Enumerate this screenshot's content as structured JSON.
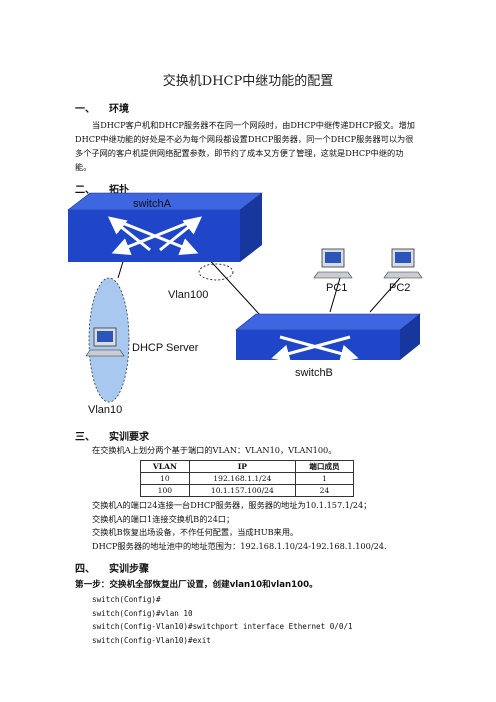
{
  "title": "交换机DHCP中继功能的配置",
  "section1": {
    "num": "一、",
    "heading": "环境"
  },
  "intro_lines": [
    "当DHCP客户机和DHCP服务器不在同一个网段时，由DHCP中继传递DHCP报文。增加",
    "DHCP中继功能的好处是不必为每个网段都设置DHCP服务器，同一个DHCP服务器可以为很",
    "多个子网的客户机提供网络配置参数，即节约了成本又方便了管理，这就是DHCP中继的功",
    "能。"
  ],
  "section2": {
    "num": "二、",
    "heading": "拓扑"
  },
  "topology": {
    "switchA": "switchA",
    "switchB": "switchB",
    "vlan100": "Vlan100",
    "vlan10": "Vlan10",
    "dhcp_server": "DHCP Server",
    "pc1": "PC1",
    "pc2": "PC2",
    "colors": {
      "switch": "#1f45c8",
      "switch_top": "#3d66e0",
      "vlan10_fill": "#a9c8ef"
    }
  },
  "section3": {
    "num": "三、",
    "heading": "实训要求"
  },
  "req_intro": "在交换机A上划分两个基于端口的VLAN：VLAN10，VLAN100。",
  "table": {
    "headers": [
      "VLAN",
      "IP",
      "端口成员"
    ],
    "rows": [
      [
        "10",
        "192.168.1.1/24",
        "1"
      ],
      [
        "100",
        "10.1.157.100/24",
        "24"
      ]
    ]
  },
  "req_lines": [
    "交换机A的端口24连接一台DHCP服务器，服务器的地址为10.1.157.1/24；",
    "交换机A的端口1连接交换机B的24口；",
    "交换机B恢复出场设备，不作任何配置，当成HUB来用。",
    "DHCP服务器的地址池中的地址范围为：192.168.1.10/24-192.168.1.100/24."
  ],
  "section4": {
    "num": "四、",
    "heading": "实训步骤"
  },
  "step1": "第一步：交换机全部恢复出厂设置，创建vlan10和vlan100。",
  "commands": [
    "switch(Config)#",
    "switch(Config)#vlan 10",
    "switch(Config-Vlan10)#switchport interface Ethernet 0/0/1",
    "switch(Config-Vlan10)#exit"
  ]
}
